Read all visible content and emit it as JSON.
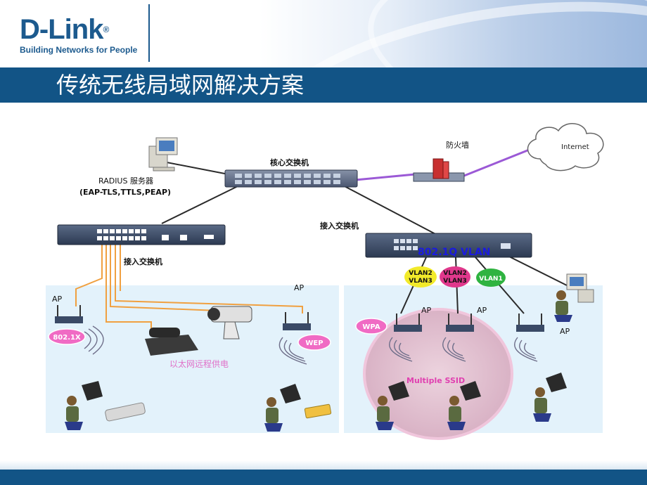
{
  "brand": {
    "logo_text": "D-Link",
    "logo_mark": "®",
    "tagline": "Building Networks for People"
  },
  "slide": {
    "title": "传统无线局域网解决方案"
  },
  "diagram": {
    "core_switch_label": "核心交换机",
    "firewall_label": "防火墙",
    "internet_label": "Internet",
    "radius_label": "RADIUS 服务器",
    "radius_methods": "(EAP-TLS,TTLS,PEAP)",
    "access_switch_left_label": "接入交换机",
    "access_switch_right_label": "接入交换机",
    "vlan_label": "802.1Q VLAN",
    "vlan_yellow": [
      "VLAN2",
      "VLAN3"
    ],
    "vlan_pink": [
      "VLAN2",
      "VLAN3"
    ],
    "vlan_green": "VLAN1",
    "ap_label": "AP",
    "badge_8021x": "802.1X",
    "badge_wep": "WEP",
    "badge_wpa": "WPA",
    "poe_label": "以太网远程供电",
    "multiple_ssid": "Multiple SSID",
    "colors": {
      "brand_blue": "#125486",
      "link_black": "#2a2a2a",
      "link_purple": "#9b59d6",
      "poe_orange": "#f0a040",
      "zone_fill": "#e3f2fb",
      "vlan_yellow": "#f2ea2a",
      "vlan_pink": "#e0388c",
      "vlan_green": "#2fb340",
      "badge_pink": "#f06bc4",
      "ssid_fill": "#e7c8d7"
    }
  }
}
